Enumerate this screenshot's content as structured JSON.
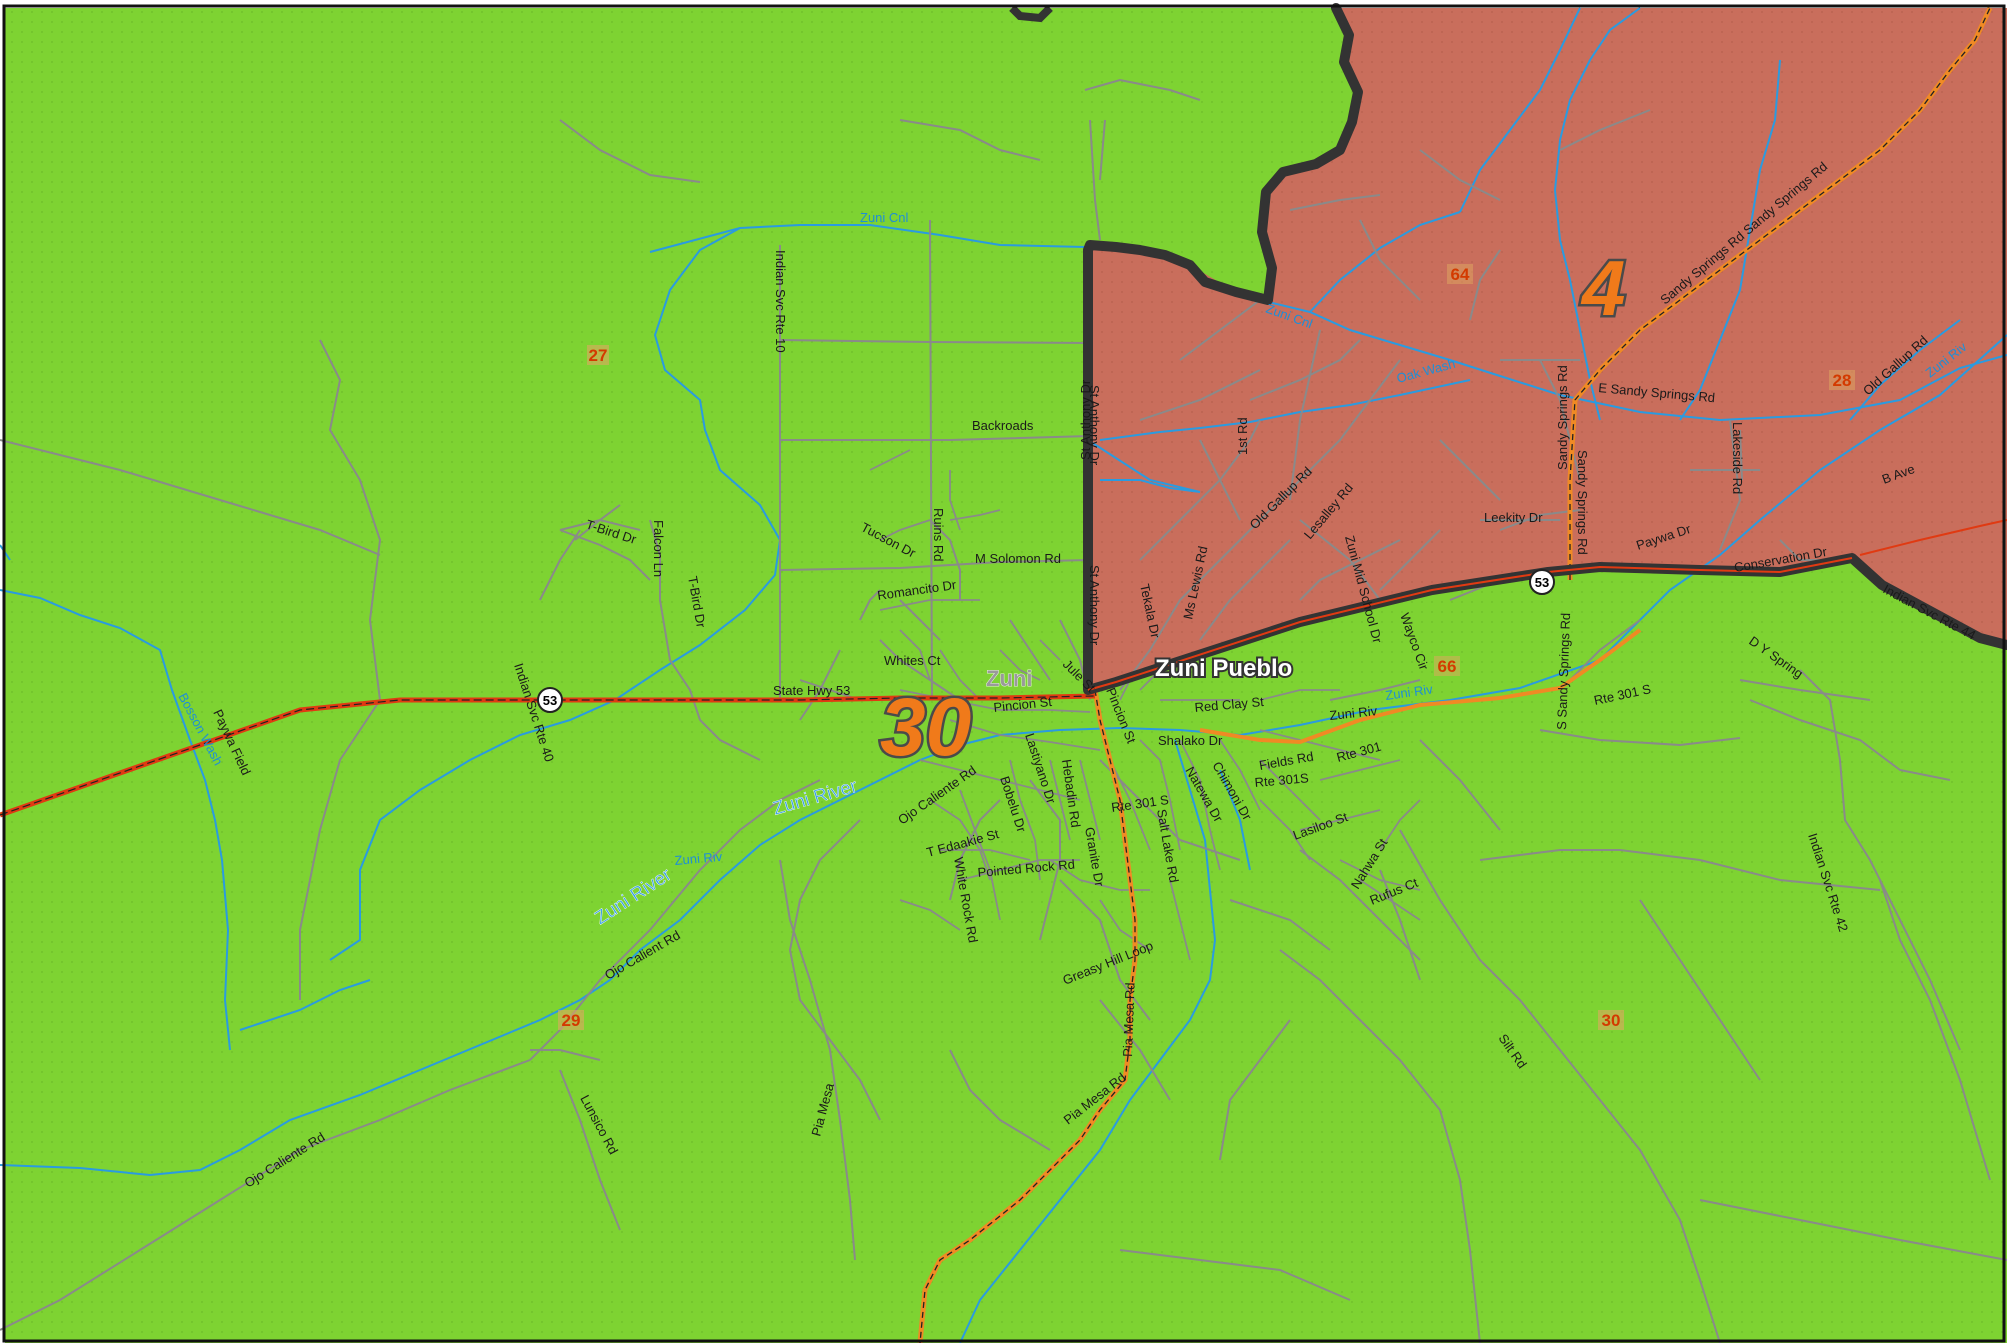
{
  "colors": {
    "district_30_fill": "#7ed332",
    "district_4_fill": "#c96e5c",
    "boundary": "#333333",
    "highway": "#e03a12",
    "minor_road": "#8a8a8a",
    "water": "#2a9be0",
    "route_orange": "#f08a24"
  },
  "districts": {
    "d30": "30",
    "d4": "4"
  },
  "places": {
    "zuni_pueblo": "Zuni Pueblo",
    "zuni": "Zuni"
  },
  "tracts": {
    "t27": "27",
    "t64": "64",
    "t28": "28",
    "t66": "66",
    "t29": "29",
    "t30": "30"
  },
  "shields": {
    "west": "53",
    "east": "53"
  },
  "water_labels": {
    "zuni_cnl_top": "Zuni Cnl",
    "zuni_cnl_east": "Zuni Cnl",
    "oak_wash": "Oak Wash",
    "zuni_riv_east": "Zuni Riv",
    "zuni_riv_ne": "Zuni Riv",
    "zuni_river_1": "Zuni River",
    "zuni_river_2": "Zuni River",
    "zuni_riv_sw": "Zuni Riv",
    "bosson_wash": "Bosson Wash"
  },
  "roads": {
    "indian_svc_rte_10": "Indian Svc Rte 10",
    "backroads": "Backroads",
    "st_anthony_dr_1": "St Anthony Dr",
    "st_anthony_dr_2": "St Anthony Dr",
    "st_anthony_dr_3": "St Anthony Dr",
    "t_bird_dr_1": "T-Bird Dr",
    "falcon_ln": "Falcon Ln",
    "t_bird_dr_2": "T-Bird Dr",
    "tucson_dr": "Tucson Dr",
    "ruins_rd": "Ruins Rd",
    "m_solomon_rd": "M Solomon Rd",
    "romancito_dr": "Romancito Dr",
    "whites_ct": "Whites Ct",
    "state_hwy_53": "State Hwy 53",
    "indian_svc_rte_40": "Indian Svc Rte 40",
    "paywa_field": "Paywa Field",
    "pincion_st_1": "Pincion St",
    "pincion_st_2": "Pincion St",
    "jule_st": "Jule St",
    "tekala_dr": "Tekala Dr",
    "ms_lewis_rd": "Ms Lewis Rd",
    "old_gallup_rd_1": "Old Gallup Rd",
    "lesalley_rd": "Lesalley Rd",
    "first_rd": "1st Rd",
    "zuni_mid_school_dr": "Zuni Mid School Dr",
    "wayco_cir": "Wayco Cir",
    "red_clay_st": "Red Clay St",
    "shalako_dr": "Shalako Dr",
    "zuni_riv_road": "Zuni Riv",
    "fields_rd": "Fields Rd",
    "rte_301": "Rte 301",
    "rte_301s_1": "Rte 301S",
    "rte_301_s_east": "Rte 301 S",
    "rte_301_s_center": "Rte 301 S",
    "ojo_caliente_rd_1": "Ojo Caliente Rd",
    "bobelu_dr": "Bobelu Dr",
    "lastiyano_dr": "Lastiyano Dr",
    "hebadin_rd": "Hebadin Rd",
    "granite_dr": "Granite Dr",
    "salt_lake_rd": "Salt Lake Rd",
    "natewa_dr": "Natewa Dr",
    "chimoni_dr": "Chimoni Dr",
    "t_edaakie_st": "T Edaakie St",
    "white_rock_rd": "White Rock Rd",
    "pointed_rock_rd": "Pointed Rock Rd",
    "lasiloo_st": "Lasiloo St",
    "nahwa_st": "Nahwa St",
    "rufus_ct": "Rufus Ct",
    "greasy_hill_loop": "Greasy Hill Loop",
    "pia_mesa_rd_1": "Pia Mesa Rd",
    "pia_mesa_rd_2": "Pia Mesa Rd",
    "pia_mesa": "Pia Mesa",
    "ojo_calient_rd": "Ojo Calient Rd",
    "ojo_caliente_rd_2": "Ojo Caliente Rd",
    "lunsico_rd": "Lunsico Rd",
    "silt_rd": "Silt Rd",
    "indian_svc_rte_42": "Indian Svc Rte 42",
    "indian_svc_rte_44": "Indian Svc Rte 44",
    "d_y_spring": "D Y Spring",
    "conservation_dr": "Conservation Dr",
    "paywa_dr": "Paywa Dr",
    "leekity_dr": "Leekity Dr",
    "sandy_springs_rd_1": "Sandy Springs Rd",
    "sandy_springs_rd_2": "Sandy Springs Rd",
    "s_sandy_springs_rd": "S Sandy Springs Rd",
    "e_sandy_springs_rd": "E Sandy Springs Rd",
    "sandy_springs_rd_diag": "Sandy Springs Rd Sandy Springs Rd",
    "lakeside_rd": "Lakeside Rd",
    "old_gallup_rd_2": "Old Gallup Rd",
    "b_ave": "B Ave"
  }
}
